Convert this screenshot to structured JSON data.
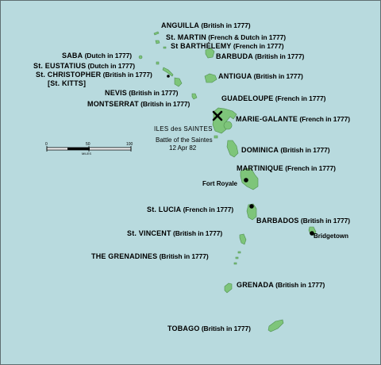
{
  "colors": {
    "sea": "#b8dade",
    "land": "#7ec57a",
    "border": "#5f6e70",
    "text": "#000000"
  },
  "islands": [
    {
      "id": "anguilla",
      "name": "ANGUILLA",
      "owner": "(British in 1777)"
    },
    {
      "id": "st-martin",
      "name": "St. MARTIN",
      "owner": "(French & Dutch in 1777)"
    },
    {
      "id": "st-barthelemy",
      "name": "St BARTHÉLEMY",
      "owner": "(French in 1777)"
    },
    {
      "id": "barbuda",
      "name": "BARBUDA",
      "owner": "(British in 1777)"
    },
    {
      "id": "saba",
      "name": "SABA",
      "owner": "(Dutch in 1777)"
    },
    {
      "id": "st-eustatius",
      "name": "St. EUSTATIUS",
      "owner": "(Dutch in 1777)"
    },
    {
      "id": "st-christopher",
      "name": "St. CHRISTOPHER",
      "alt_name": "[St. KITTS]",
      "owner": "(British in 1777)"
    },
    {
      "id": "antigua",
      "name": "ANTIGUA",
      "owner": "(British in 1777)"
    },
    {
      "id": "nevis",
      "name": "NEVIS",
      "owner": "(British in 1777)"
    },
    {
      "id": "montserrat",
      "name": "MONTSERRAT",
      "owner": "(British in 1777)"
    },
    {
      "id": "guadeloupe",
      "name": "GUADELOUPE",
      "owner": "(French in 1777)"
    },
    {
      "id": "marie-galante",
      "name": "MARIE-GALANTE",
      "owner": "(French in 1777)"
    },
    {
      "id": "dominica",
      "name": "DOMINICA",
      "owner": "(British in 1777)"
    },
    {
      "id": "martinique",
      "name": "MARTINIQUE",
      "owner": "(French in 1777)"
    },
    {
      "id": "st-lucia",
      "name": "St. LUCIA",
      "owner": "(French in 1777)"
    },
    {
      "id": "barbados",
      "name": "BARBADOS",
      "owner": "(British in 1777)"
    },
    {
      "id": "st-vincent",
      "name": "St. VINCENT",
      "owner": "(British in 1777)"
    },
    {
      "id": "grenadines",
      "name": "THE GRENADINES",
      "owner": "(British in 1777)"
    },
    {
      "id": "grenada",
      "name": "GRENADA",
      "owner": "(British in 1777)"
    },
    {
      "id": "tobago",
      "name": "TOBAGO",
      "owner": "(British in 1777)"
    }
  ],
  "iles_des_saintes": "ILES des SAINTES",
  "battle": {
    "line1": "Battle of the Saintes",
    "line2": "12 Apr 82"
  },
  "towns": {
    "fort_royale": "Fort Royale",
    "bridgetown": "Bridgetown"
  },
  "scale": {
    "ticks": [
      "0",
      "50",
      "100"
    ],
    "unit": "MILES"
  }
}
